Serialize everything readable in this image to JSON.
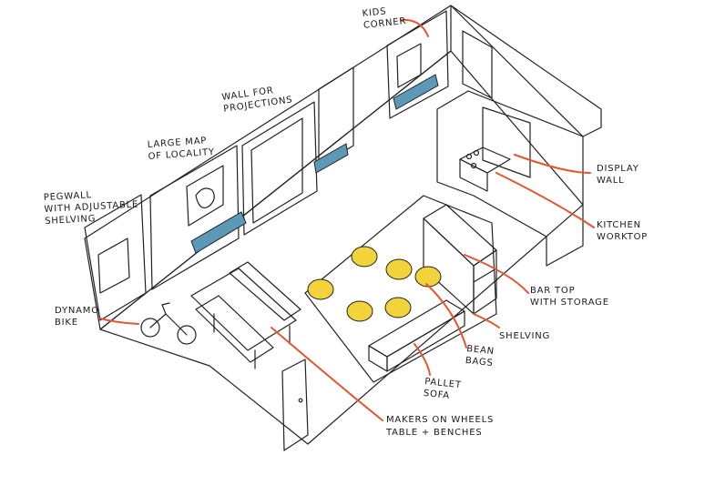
{
  "labels": {
    "kids_corner": [
      "KIDS",
      "CORNER"
    ],
    "wall_projections": [
      "WALL FOR",
      "PROJECTIONS"
    ],
    "large_map": [
      "LARGE MAP",
      "OF LOCALITY"
    ],
    "pegwall": [
      "PEGWALL",
      "WITH ADJUSTABLE",
      "SHELVING"
    ],
    "dynamo_bike": [
      "DYNAMO",
      "BIKE"
    ],
    "display_wall": [
      "DISPLAY",
      "WALL"
    ],
    "kitchen_worktop": [
      "KITCHEN",
      "WORKTOP"
    ],
    "bar_top": [
      "BAR TOP",
      "WITH STORAGE"
    ],
    "shelving": [
      "SHELVING"
    ],
    "bean_bags": [
      "BEAN",
      "BAGS"
    ],
    "pallet_sofa": [
      "PALLET",
      "SOFA"
    ],
    "makers_table": [
      "MAKERS ON WHEELS",
      "TABLE + BENCHES"
    ]
  },
  "colors": {
    "floor": "#d9c7a7",
    "rug": "#7f8cc9",
    "table": "#79b4b6",
    "cushions": "#5b99b7",
    "bean_bags": "#f2d33b",
    "display_panel": "#e6aa57",
    "leader_lines": "#e4572e",
    "pegboard": "#b59a78",
    "door": "#79b4b6"
  }
}
